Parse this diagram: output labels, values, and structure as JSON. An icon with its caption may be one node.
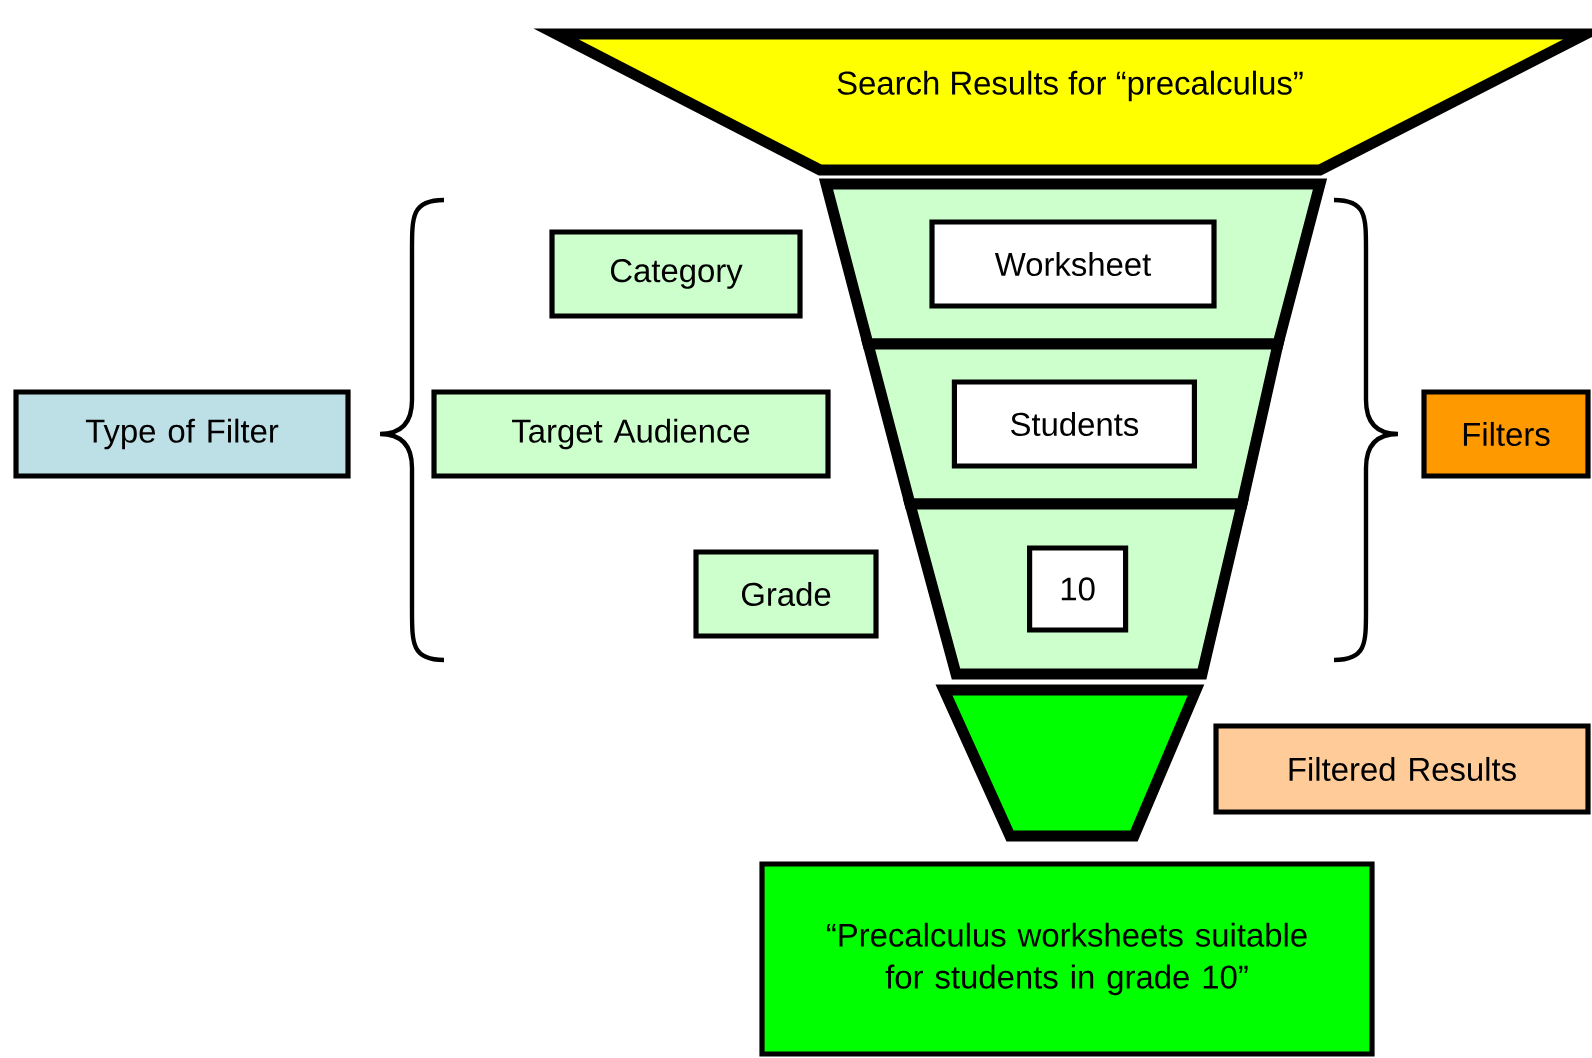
{
  "diagram": {
    "nodes": [
      {
        "text": [
          "Search Results for “precalculus”"
        ]
      },
      {
        "text": [
          "Category"
        ]
      },
      {
        "text": [],
        "shape": "trapezoid"
      },
      {
        "text": [
          "Worksheet"
        ],
        "in": 2
      },
      {
        "text": [
          "Type of Filter"
        ]
      },
      {
        "text": [
          "Target Audience"
        ]
      },
      {
        "text": [],
        "shape": "trapezoid"
      },
      {
        "text": [
          "Students"
        ],
        "in": 6
      },
      {
        "text": [
          "Filters"
        ]
      },
      {
        "text": [
          "Grade"
        ]
      },
      {
        "text": [],
        "shape": "trapezoid"
      },
      {
        "text": [
          "10"
        ],
        "in": 10
      },
      {
        "text": [],
        "shape": "trapezoid"
      },
      {
        "text": [
          "Filtered Results"
        ]
      },
      {
        "text": [
          "“Precalculus worksheets suitable for students in grade 10”"
        ]
      }
    ]
  }
}
